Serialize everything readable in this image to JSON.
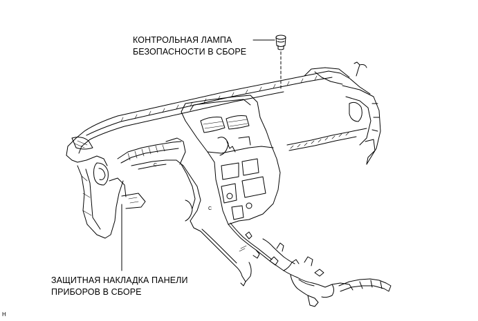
{
  "callouts": {
    "upper": {
      "line1": "КОНТРОЛЬНАЯ ЛАМПА",
      "line2": "БЕЗОПАСНОСТИ В СБОРЕ"
    },
    "lower": {
      "line1": "ЗАЩИТНАЯ НАКЛАДКА ПАНЕЛИ",
      "line2": "ПРИБОРОВ В СБОРЕ"
    }
  },
  "figure_code": "H",
  "colors": {
    "line": "#000000",
    "background": "#ffffff"
  }
}
